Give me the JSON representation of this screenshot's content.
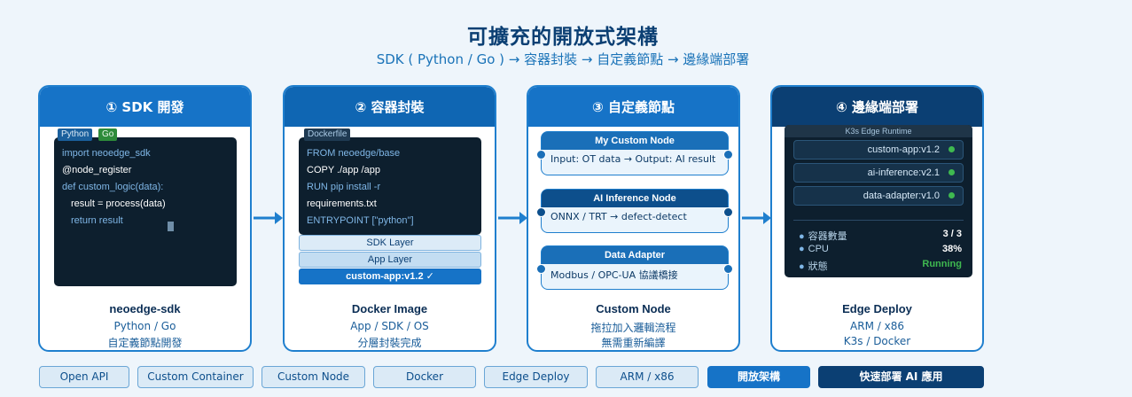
{
  "header": {
    "title": "可擴充的開放式架構",
    "subtitle": "SDK ( Python / Go ) → 容器封裝 → 自定義節點 → 邊緣端部署"
  },
  "colors": {
    "card1_head": "#1673c7",
    "card2_head": "#0f66b3",
    "card3_head": "#1673c7",
    "card4_head": "#0b3f73",
    "status_ok": "#3fb950"
  },
  "cards": [
    {
      "title": "① SDK 開發",
      "caption": "neoedge-sdk",
      "line2": "Python / Go",
      "line3": "自定義節點開發",
      "tabs": [
        "Python",
        "Go"
      ],
      "code": [
        "import neoedge_sdk",
        "@node_register",
        "def custom_logic(data):",
        "result = process(data)",
        "return result"
      ]
    },
    {
      "title": "② 容器封裝",
      "caption": "Docker Image",
      "line2": "App / SDK / OS",
      "line3": "分層封裝完成",
      "tab": "Dockerfile",
      "code": [
        "FROM neoedge/base",
        "COPY ./app /app",
        "RUN pip install -r",
        "requirements.txt",
        "ENTRYPOINT [\"python\"]"
      ],
      "layers": [
        "SDK Layer",
        "App Layer",
        "custom-app:v1.2 ✓"
      ]
    },
    {
      "title": "③ 自定義節點",
      "caption": "Custom Node",
      "line2": "拖拉加入邏輯流程",
      "line3": "無需重新編譯",
      "nodes": [
        {
          "name": "My Custom Node",
          "desc": "Input: OT data → Output: AI result"
        },
        {
          "name": "AI Inference Node",
          "desc": "ONNX / TRT → defect-detect"
        },
        {
          "name": "Data Adapter",
          "desc": "Modbus / OPC-UA 協議橋接"
        }
      ]
    },
    {
      "title": "④ 邊緣端部署",
      "caption": "Edge Deploy",
      "line2": "ARM / x86",
      "line3": "K3s / Docker",
      "runtime_title": "K3s Edge Runtime",
      "services": [
        "custom-app:v1.2",
        "ai-inference:v2.1",
        "data-adapter:v1.0"
      ],
      "stats": [
        {
          "label": "容器數量",
          "value": "3 / 3"
        },
        {
          "label": "CPU",
          "value": "38%"
        },
        {
          "label": "狀態",
          "value": "Running"
        }
      ]
    }
  ],
  "tags": [
    "Open API",
    "Custom Container",
    "Custom Node",
    "Docker",
    "Edge Deploy",
    "ARM / x86",
    "開放架構",
    "快速部署 AI 應用"
  ]
}
